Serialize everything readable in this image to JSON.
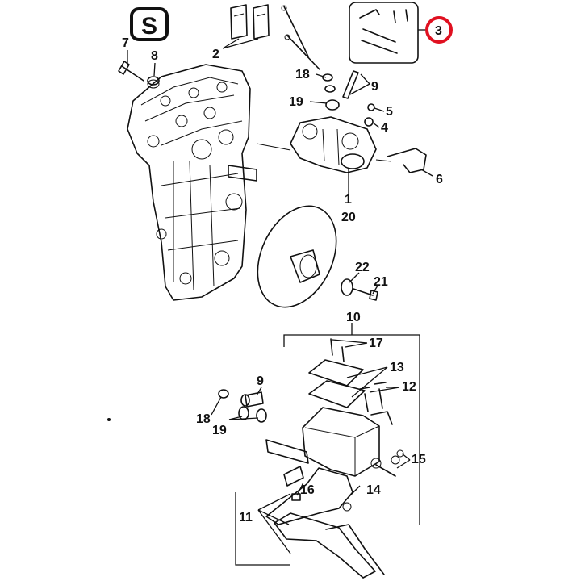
{
  "diagram": {
    "logo_letter": "S",
    "highlight_color": "#e01020",
    "highlighted_callout": "3",
    "callouts": {
      "c1": "1",
      "c2": "2",
      "c3": "3",
      "c4": "4",
      "c5": "5",
      "c6": "6",
      "c7": "7",
      "c8": "8",
      "c9a": "9",
      "c9b": "9",
      "c10": "10",
      "c11": "11",
      "c12": "12",
      "c13": "13",
      "c14": "14",
      "c15": "15",
      "c16": "16",
      "c17": "17",
      "c18a": "18",
      "c18b": "18",
      "c19a": "19",
      "c19b": "19",
      "c20": "20",
      "c21": "21",
      "c22": "22"
    }
  }
}
